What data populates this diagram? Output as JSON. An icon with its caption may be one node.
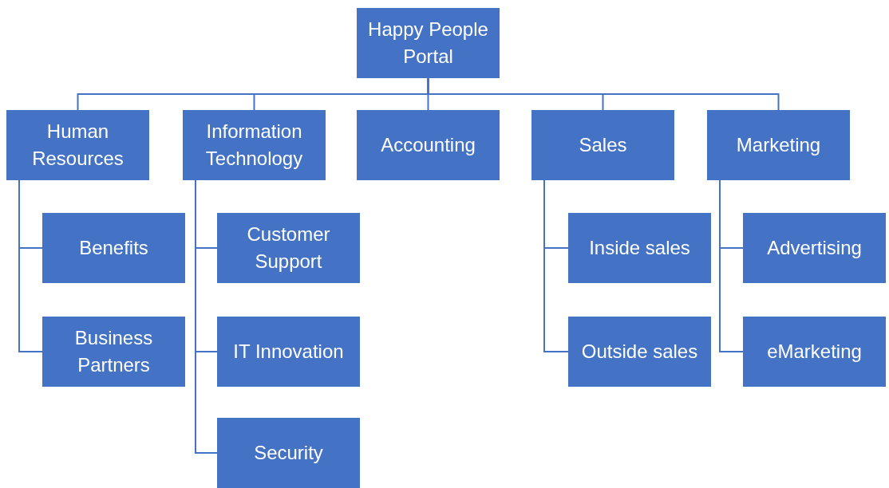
{
  "diagram": {
    "nodes": [
      {
        "text": [
          "Happy People Portal"
        ]
      },
      {
        "text": [
          "Human Resources"
        ]
      },
      {
        "text": [
          "Information Technology"
        ]
      },
      {
        "text": [
          "Accounting"
        ]
      },
      {
        "text": [
          "Sales"
        ]
      },
      {
        "text": [
          "Marketing"
        ]
      },
      {
        "text": [
          "Benefits"
        ]
      },
      {
        "text": [
          "Business Partners"
        ]
      },
      {
        "text": [
          "Customer Support"
        ]
      },
      {
        "text": [
          "IT Innovation"
        ]
      },
      {
        "text": [
          "Security"
        ]
      },
      {
        "text": [
          "Inside sales"
        ]
      },
      {
        "text": [
          "Outside sales"
        ]
      },
      {
        "text": [
          "Advertising"
        ]
      },
      {
        "text": [
          "eMarketing"
        ]
      }
    ],
    "edges": [
      {
        "from": 0,
        "to": 1,
        "arrow": "none"
      },
      {
        "from": 0,
        "to": 2,
        "arrow": "none"
      },
      {
        "from": 0,
        "to": 3,
        "arrow": "none"
      },
      {
        "from": 0,
        "to": 4,
        "arrow": "none"
      },
      {
        "from": 0,
        "to": 5,
        "arrow": "none"
      },
      {
        "from": 1,
        "to": 6,
        "arrow": "none"
      },
      {
        "from": 1,
        "to": 7,
        "arrow": "none"
      },
      {
        "from": 2,
        "to": 8,
        "arrow": "none"
      },
      {
        "from": 2,
        "to": 9,
        "arrow": "none"
      },
      {
        "from": 2,
        "to": 10,
        "arrow": "none"
      },
      {
        "from": 4,
        "to": 11,
        "arrow": "none"
      },
      {
        "from": 4,
        "to": 12,
        "arrow": "none"
      },
      {
        "from": 5,
        "to": 13,
        "arrow": "none"
      },
      {
        "from": 5,
        "to": 14,
        "arrow": "none"
      }
    ]
  }
}
